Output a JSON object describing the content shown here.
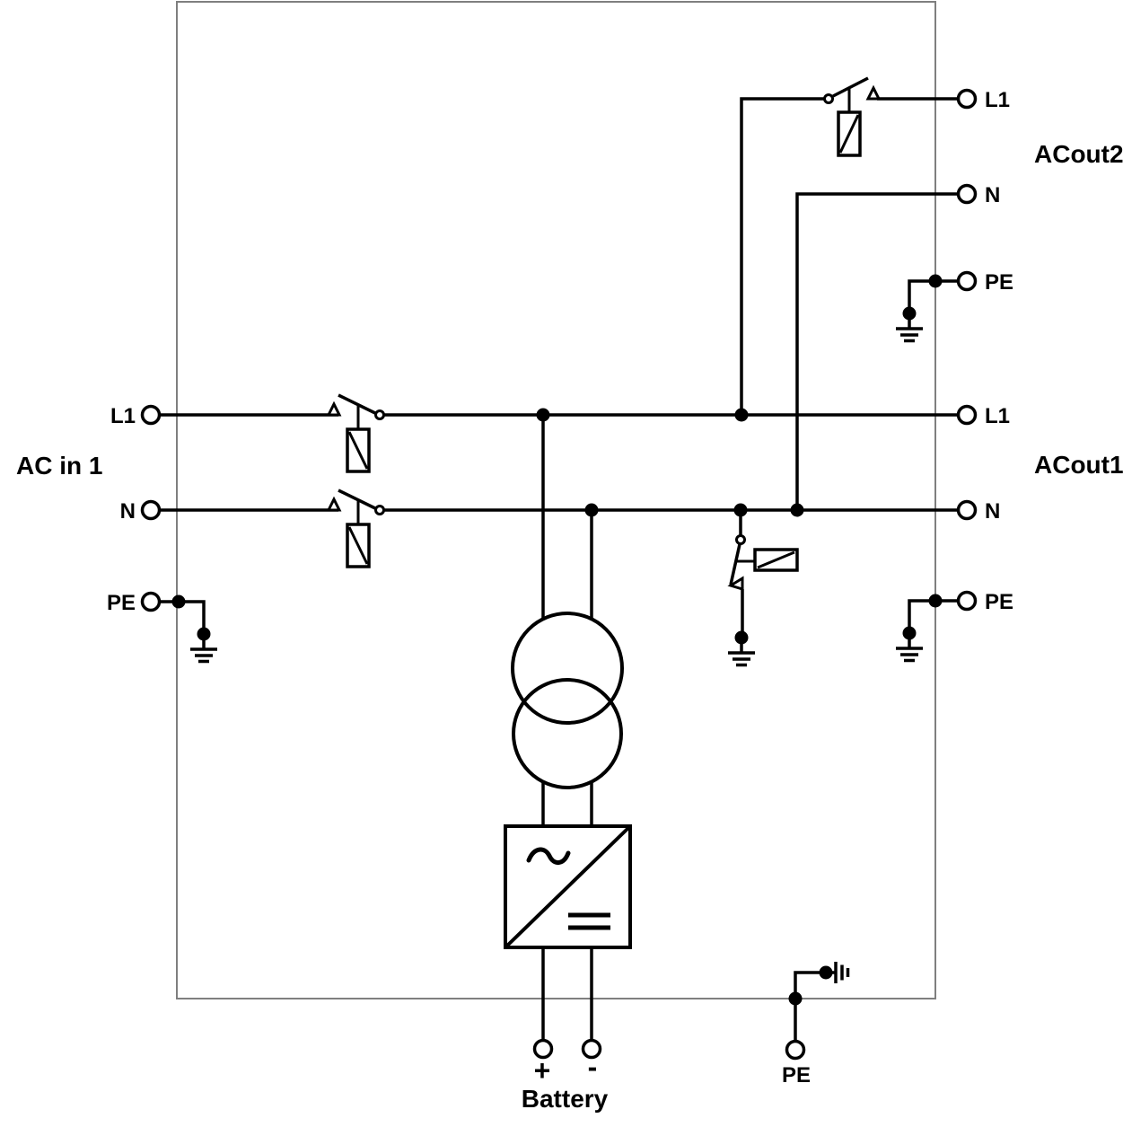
{
  "diagram": {
    "type": "electrical-schematic",
    "description": "Inverter/charger (UPS) single-line wiring diagram with AC input, two AC outputs, transformer, inverter-charger block and battery",
    "colors": {
      "wire": "#000000",
      "enclosure_border": "#7f7f7f",
      "text": "#000000",
      "background": "#ffffff"
    },
    "groups": {
      "ac_in": {
        "label": "AC in 1",
        "terminals": [
          "L1",
          "N",
          "PE"
        ]
      },
      "ac_out1": {
        "label": "ACout1",
        "terminals": [
          "L1",
          "N",
          "PE"
        ]
      },
      "ac_out2": {
        "label": "ACout2",
        "terminals": [
          "L1",
          "N",
          "PE"
        ]
      },
      "battery": {
        "label": "Battery",
        "plus": "+",
        "minus": "-"
      },
      "chassis": {
        "pe_label": "PE"
      }
    },
    "components": {
      "relays": [
        "input-relay-L1",
        "input-relay-N",
        "acout2-relay-L1",
        "ground-relay-N"
      ],
      "transformer": "isolation-transformer",
      "converter": "inverter-charger (AC/DC)",
      "grounds": [
        "ac-in-pe-earth",
        "acout2-pe-earth",
        "acout1-pe-earth",
        "ground-relay-earth",
        "chassis-earth"
      ]
    }
  }
}
